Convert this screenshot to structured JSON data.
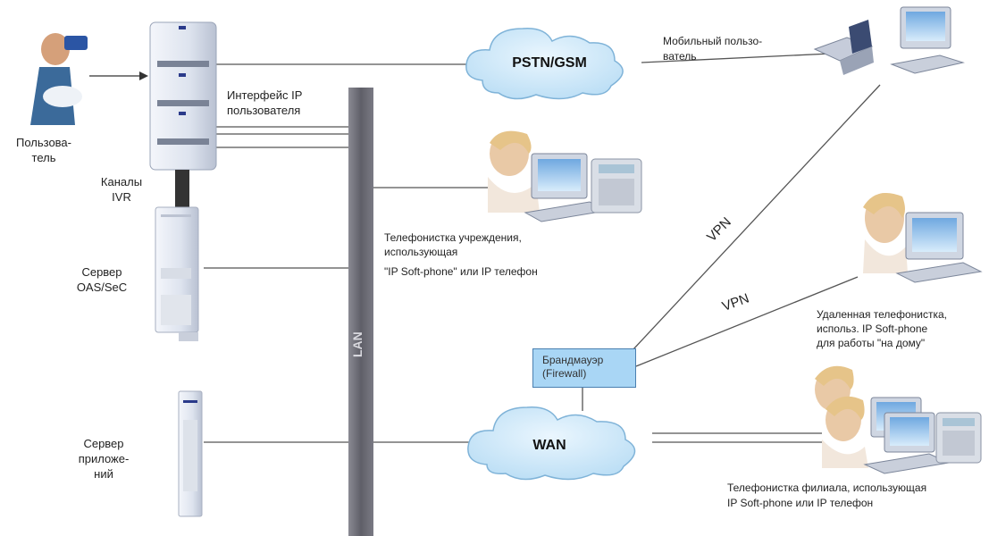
{
  "labels": {
    "user": [
      "Пользова-",
      "тель"
    ],
    "ivr": [
      "Каналы",
      "IVR"
    ],
    "oas": [
      "Сервер",
      "OAS/SeC"
    ],
    "app_server": [
      "Сервер",
      "приложе-",
      "ний"
    ],
    "ip_interface": [
      "Интерфейс IP",
      "пользователя"
    ],
    "pstn": "PSTN/GSM",
    "wan": "WAN",
    "lan": "LAN",
    "mobile_user": [
      "Мобильный пользо-",
      "ватель"
    ],
    "operator": [
      "Телефонистка учреждения,",
      "использующая",
      "\"IP Soft-phone\" или IP телефон"
    ],
    "vpn_top": "VPN",
    "vpn_bottom": "VPN",
    "remote_operator": [
      "Удаленная телефонистка,",
      "использ. IP Soft-phone",
      "для работы \"на дому\""
    ],
    "firewall": [
      "Брандмауэр",
      "(Firewall)"
    ],
    "branch_operator": [
      "Телефонистка филиала, использующая",
      "IP Soft-phone или IP телефон"
    ]
  },
  "colors": {
    "lan_bar": "#6f6f78",
    "cloud_fill": "#c9e6f8",
    "cloud_stroke": "#7fb3d8",
    "firewall_fill": "#a9d6f5",
    "line": "#555555"
  },
  "icons": [
    "user-person-icon",
    "pbx-cabinet-icon",
    "server-tower-icon",
    "cloud-icon",
    "operator-headset-icon",
    "computer-icon",
    "desk-phone-icon",
    "laptop-icon"
  ]
}
